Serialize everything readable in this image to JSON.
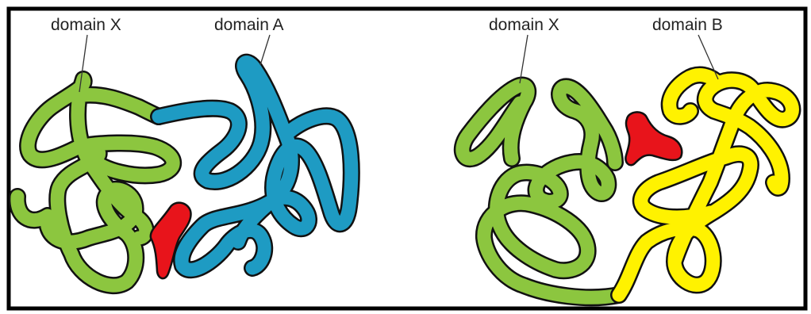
{
  "panels": [
    {
      "labels": [
        "domain X",
        "domain A"
      ]
    },
    {
      "labels": [
        "domain X",
        "domain B"
      ]
    }
  ],
  "colors": {
    "domain_x": "#8cc63f",
    "domain_a": "#1e9bc3",
    "domain_b": "#fff200",
    "ligand": "#e8141b",
    "outline": "#111111",
    "frame": "#000000"
  }
}
